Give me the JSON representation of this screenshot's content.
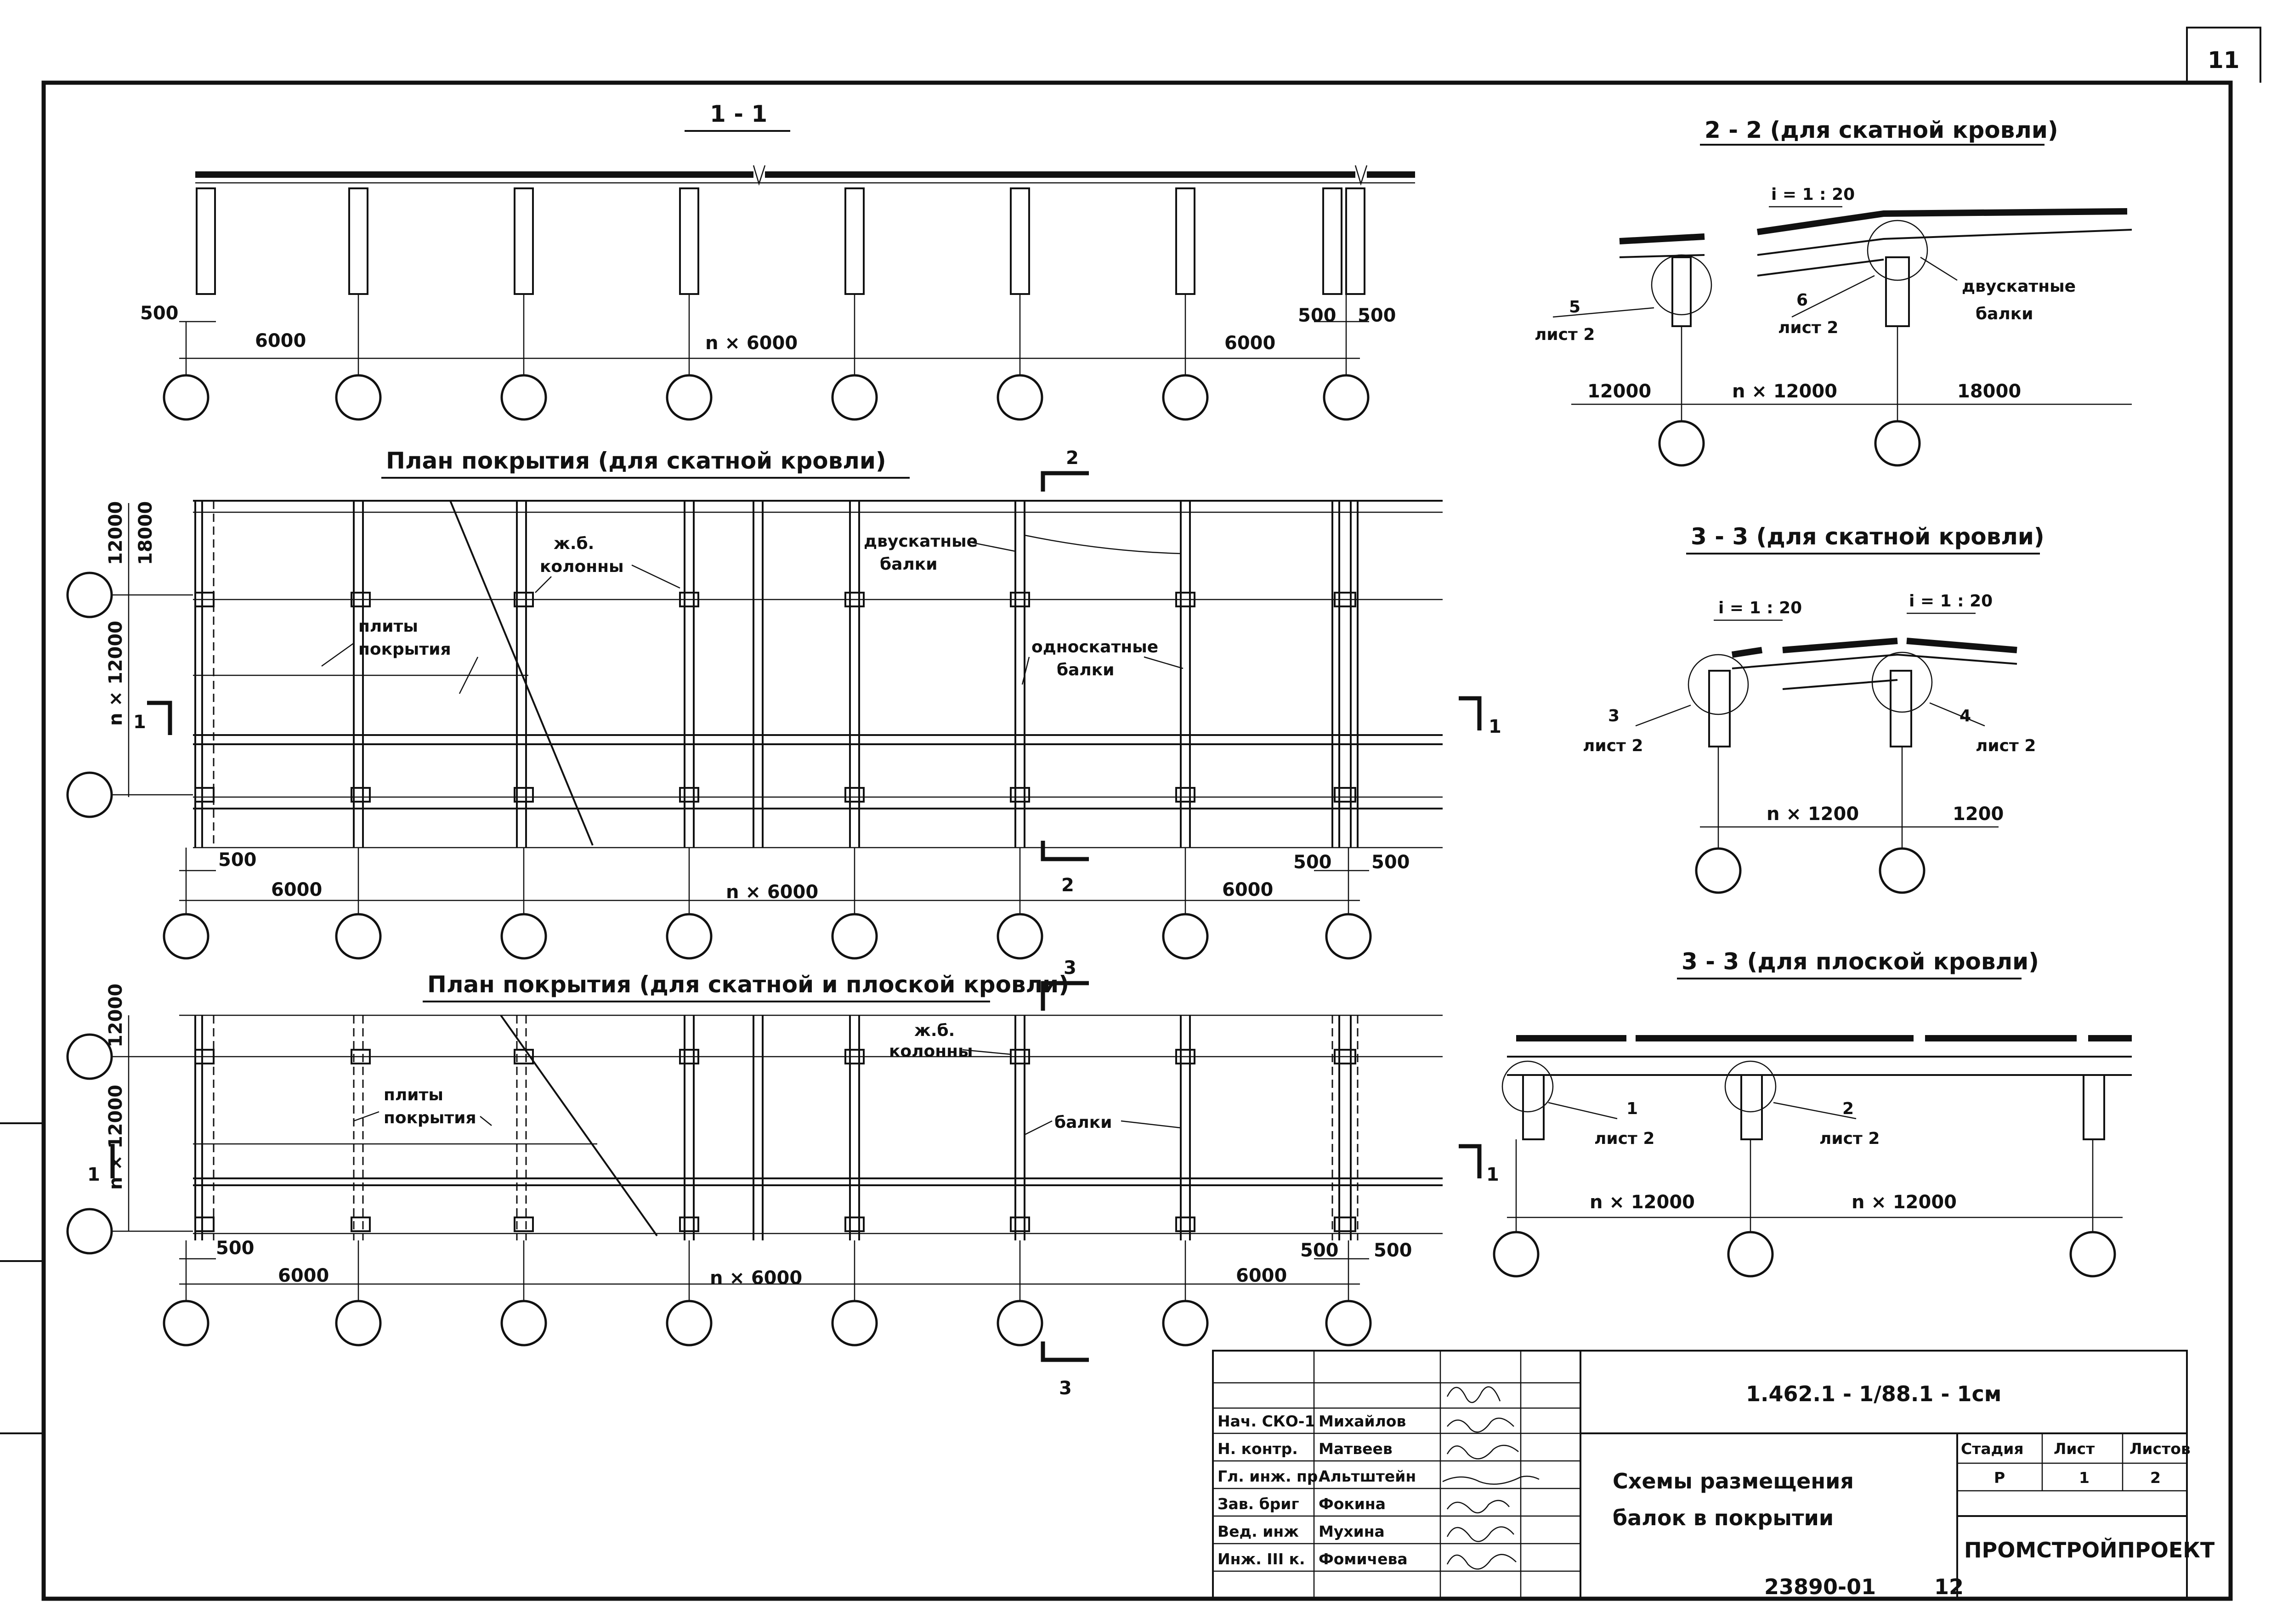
{
  "sheet_number": "11",
  "section_1_1": {
    "title": "1 - 1",
    "dim_500_left": "500",
    "dim_500_right_a": "500",
    "dim_500_right_b": "500",
    "dim_6000_left": "6000",
    "dim_n6000": "n × 6000",
    "dim_6000_right": "6000"
  },
  "section_2_2": {
    "title": "2 - 2 (для скатной кровли)",
    "slope": "i = 1 : 20",
    "callout_5": "5",
    "callout_5_sheet": "лист 2",
    "callout_6": "6",
    "callout_6_sheet": "лист 2",
    "beam_label_1": "двускатные",
    "beam_label_2": "балки",
    "dim_12000": "12000",
    "dim_n12000": "n × 12000",
    "dim_18000": "18000"
  },
  "plan_1": {
    "title": "План покрытия (для скатной кровли)",
    "cut_2_top": "2",
    "cut_2_bottom": "2",
    "cut_1_left": "1",
    "cut_1_right": "1",
    "dim_12000": "12000",
    "dim_18000": "18000",
    "dim_n12000": "n × 12000",
    "label_columns_1": "ж.б.",
    "label_columns_2": "колонны",
    "label_gable_1": "двускатные",
    "label_gable_2": "балки",
    "label_slabs_1": "плиты",
    "label_slabs_2": "покрытия",
    "label_mono_1": "односкатные",
    "label_mono_2": "балки",
    "dim_500_left": "500",
    "dim_500_right_a": "500",
    "dim_500_right_b": "500",
    "dim_6000_left": "6000",
    "dim_n6000": "n × 6000",
    "dim_6000_right": "6000"
  },
  "section_3_3_pitched": {
    "title": "3 - 3 (для скатной кровли)",
    "slope_left": "i = 1 : 20",
    "slope_right": "i = 1 : 20",
    "callout_3": "3",
    "callout_3_sheet": "лист 2",
    "callout_4": "4",
    "callout_4_sheet": "лист 2",
    "dim_n1200": "n × 1200",
    "dim_1200": "1200"
  },
  "plan_2": {
    "title": "План покрытия (для скатной и плоской кровли)",
    "cut_3_top": "3",
    "cut_3_bottom": "3",
    "cut_1_left": "1",
    "cut_1_right": "1",
    "dim_12000": "12000",
    "dim_n12000": "n × 12000",
    "label_columns_1": "ж.б.",
    "label_columns_2": "колонны",
    "label_slabs_1": "плиты",
    "label_slabs_2": "покрытия",
    "label_beams": "балки",
    "dim_500_left": "500",
    "dim_500_right_a": "500",
    "dim_500_right_b": "500",
    "dim_6000_left": "6000",
    "dim_n6000": "n × 6000",
    "dim_6000_right": "6000"
  },
  "section_3_3_flat": {
    "title": "3 - 3 (для плоской кровли)",
    "callout_1": "1",
    "callout_1_sheet": "лист 2",
    "callout_2": "2",
    "callout_2_sheet": "лист 2",
    "dim_n12000_a": "n × 12000",
    "dim_n12000_b": "n × 12000"
  },
  "title_block": {
    "doc_code": "1.462.1 - 1/88.1 - 1см",
    "roles": [
      "Нач. СКО-1",
      "Н. контр.",
      "Гл. инж. пр.",
      "Зав. бриг",
      "Вед. инж",
      "Инж. III к."
    ],
    "names": [
      "Михайлов",
      "Матвеев",
      "Альтштейн",
      "Фокина",
      "Мухина",
      "Фомичева"
    ],
    "drawing_title_1": "Схемы размещения",
    "drawing_title_2": "балок в покрытии",
    "stage_header": "Стадия",
    "sheet_header": "Лист",
    "sheets_header": "Листов",
    "stage_value": "Р",
    "sheet_value": "1",
    "sheets_value": "2",
    "organization": "ПРОМСТРОЙПРОЕКТ"
  },
  "footer": {
    "archive_number": "23890-01",
    "page_number": "12"
  }
}
